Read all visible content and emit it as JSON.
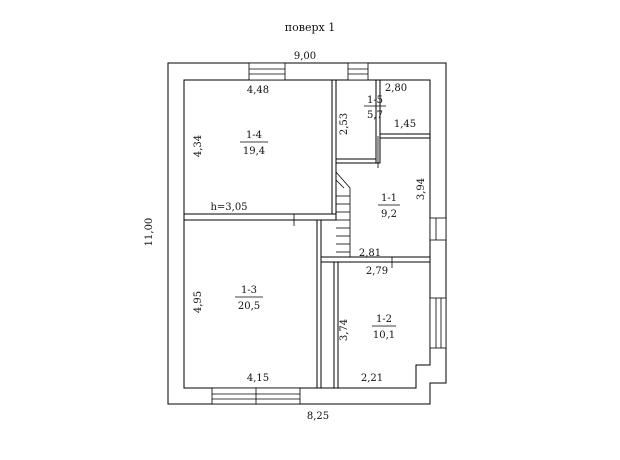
{
  "plan": {
    "title": "поверх 1",
    "overall": {
      "width_top": "9,00",
      "height_left": "11,00",
      "width_bottom": "8,25"
    },
    "rooms": {
      "r14": {
        "id": "1-4",
        "area": "19,4"
      },
      "r13": {
        "id": "1-3",
        "area": "20,5"
      },
      "r15": {
        "id": "1-5",
        "area": "5,7"
      },
      "r11": {
        "id": "1-1",
        "area": "9,2"
      },
      "r12": {
        "id": "1-2",
        "area": "10,1"
      }
    },
    "dims": {
      "d448": "4,48",
      "d434": "4,34",
      "h305": "h=3,05",
      "d495": "4,95",
      "d415": "4,15",
      "d280": "2,80",
      "d253": "2,53",
      "d145": "1,45",
      "d394": "3,94",
      "d281": "2,81",
      "d279": "2,79",
      "d374": "3,74",
      "d221": "2,21"
    }
  }
}
